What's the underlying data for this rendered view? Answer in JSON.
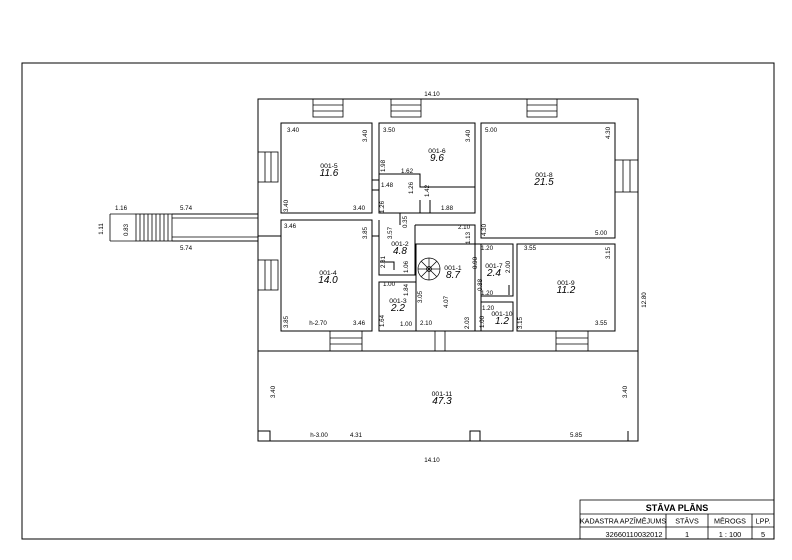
{
  "plan": {
    "overall_width_top": "14.10",
    "overall_width_bottom": "14.10",
    "overall_height": "12.80",
    "rooms": [
      {
        "id": "001-5",
        "area": "11.6"
      },
      {
        "id": "001-6",
        "area": "9.6"
      },
      {
        "id": "001-8",
        "area": "21.5"
      },
      {
        "id": "001-4",
        "area": "14.0"
      },
      {
        "id": "001-2",
        "area": "4.8"
      },
      {
        "id": "001-1",
        "area": "8.7"
      },
      {
        "id": "001-7",
        "area": "2.4"
      },
      {
        "id": "001-9",
        "area": "11.2"
      },
      {
        "id": "001-3",
        "area": "2.2"
      },
      {
        "id": "001-10",
        "area": "1.2"
      },
      {
        "id": "001-11",
        "area": "47.3"
      }
    ],
    "dims": {
      "r5_top": "3.40",
      "r5_right": "3.40",
      "r5_left": "3.40",
      "r5_bottom": "3.40",
      "r6_top": "3.50",
      "r6_right": "3.40",
      "r6_left": "1.98",
      "r6_bottom": "1.88",
      "c_162": "1.62",
      "c_148": "1.48",
      "c_126a": "1.26",
      "c_126b": "1.26",
      "c_142": "1.42",
      "c_035": "0.35",
      "r8_top": "5.00",
      "r8_right": "4.30",
      "r8_left": "4.30",
      "r8_bottom": "5.00",
      "r4_top": "3.46",
      "r4_right": "3.85",
      "r4_left": "3.85",
      "r4_height": "h-2.70",
      "r4_bottom": "3.46",
      "r2_357": "3.57",
      "r2_231": "2.31",
      "r2_106": "1.06",
      "r2_100": "1.00",
      "r2_184": "1.84",
      "r3_164": "1.64",
      "r3_100": "1.00",
      "r3_305": "3.05",
      "r1_210a": "2.10",
      "r1_113": "1.13",
      "r1_407": "4.07",
      "r1_210b": "2.10",
      "r1_203": "2.03",
      "r7_120": "1.20",
      "r7_090": "0.90",
      "r7_088": "0.88",
      "r7_200": "2.00",
      "r7_120b": "1.20",
      "r10_100": "1.00",
      "r10_120": "1.20",
      "r9_top": "3.55",
      "r9_right": "3.15",
      "r9_left": "3.15",
      "r9_bottom": "3.55",
      "r11_left": "3.40",
      "r11_right": "3.40",
      "r11_height": "h-3.00",
      "r11_431": "4.31",
      "r11_585": "5.85",
      "ramp_116": "1.16",
      "ramp_574a": "5.74",
      "ramp_574b": "5.74",
      "ramp_111": "1.11",
      "ramp_083": "0.83"
    }
  },
  "title_block": {
    "title": "STĀVA PLĀNS",
    "headers": [
      "KADASTRA APZĪMĒJUMS",
      "STĀVS",
      "MĒROGS",
      "LPP."
    ],
    "values": [
      "32660110032012",
      "1",
      "1 : 100",
      "5"
    ]
  }
}
